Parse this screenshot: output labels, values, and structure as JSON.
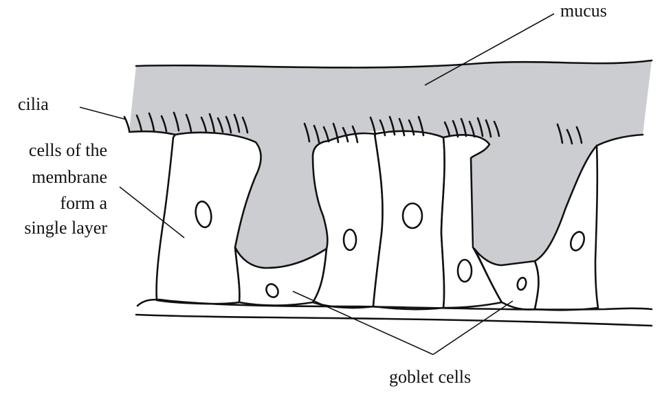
{
  "colors": {
    "mucus": "#cccdd1",
    "outline": "#111111",
    "background": "#ffffff"
  },
  "labels": {
    "mucus": "mucus",
    "cilia": "cilia",
    "cells_line1": "cells of the",
    "cells_line2": "membrane",
    "cells_line3": "form a",
    "cells_line4": "single layer",
    "goblet": "goblet cells"
  }
}
